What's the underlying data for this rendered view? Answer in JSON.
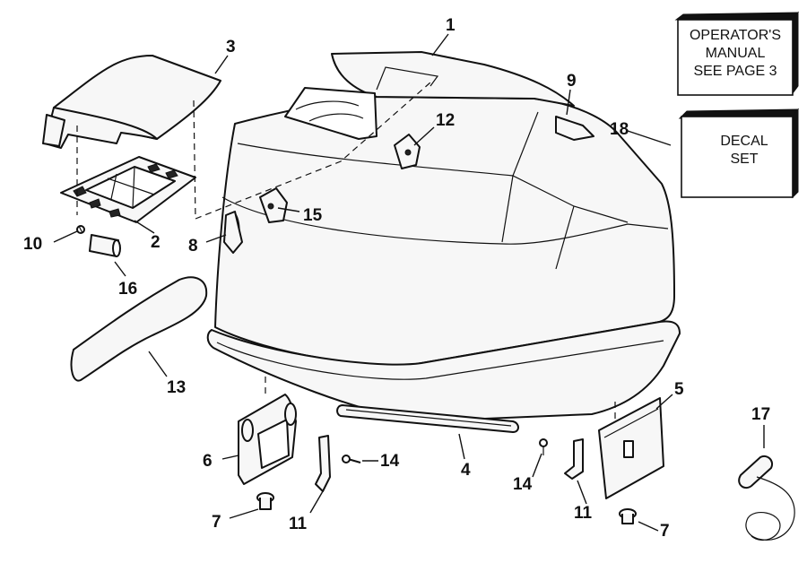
{
  "callouts": {
    "c1": "1",
    "c2": "2",
    "c3": "3",
    "c4": "4",
    "c5": "5",
    "c6": "6",
    "c7a": "7",
    "c7b": "7",
    "c8": "8",
    "c9": "9",
    "c10": "10",
    "c11a": "11",
    "c11b": "11",
    "c12": "12",
    "c13": "13",
    "c14a": "14",
    "c14b": "14",
    "c15": "15",
    "c16": "16",
    "c17": "17",
    "c18": "18"
  },
  "operator_box": {
    "line1": "OPERATOR'S",
    "line2": "MANUAL",
    "line3": "SEE PAGE 3"
  },
  "decal_box": {
    "line1": "DECAL",
    "line2": "SET"
  }
}
